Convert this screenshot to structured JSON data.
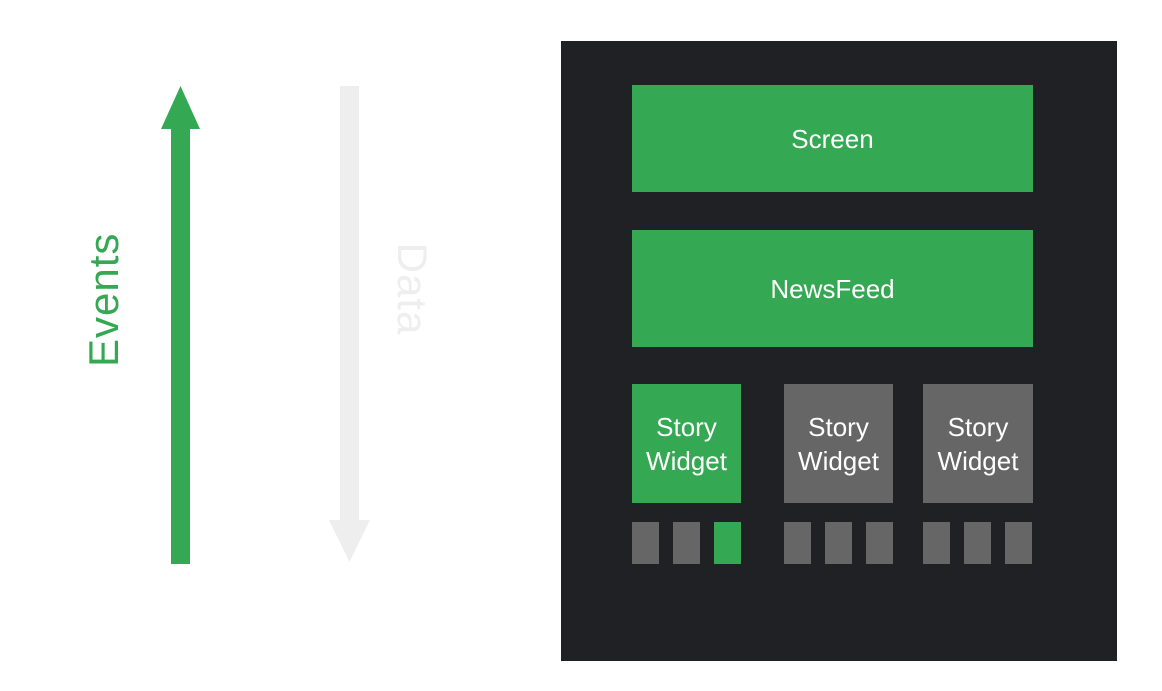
{
  "colors": {
    "green": "#34a853",
    "gray": "#666666",
    "light_gray": "#eeeeee",
    "panel": "#202124",
    "white": "#ffffff"
  },
  "labels": {
    "events": "Events",
    "data": "Data"
  },
  "boxes": {
    "screen": "Screen",
    "newsfeed": "NewsFeed",
    "story_line1": "Story",
    "story_line2": "Widget"
  },
  "widgets": [
    {
      "active": true
    },
    {
      "active": false
    },
    {
      "active": false
    }
  ],
  "squares": [
    [
      false,
      false,
      true
    ],
    [
      false,
      false,
      false
    ],
    [
      false,
      false,
      false
    ]
  ]
}
